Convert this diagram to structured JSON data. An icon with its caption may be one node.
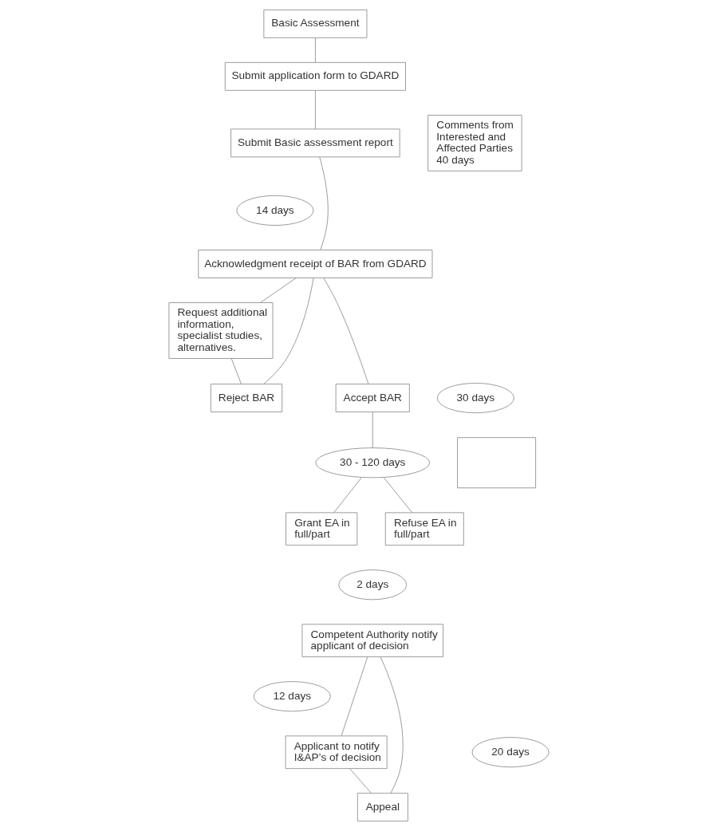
{
  "diagram": {
    "nodes": [
      {
        "text": [
          "Basic Assessment"
        ]
      },
      {
        "text": [
          "Submit application form to GDARD"
        ]
      },
      {
        "text": [
          "Submit Basic assessment report"
        ]
      },
      {
        "text": [
          "Comments from Interested and Affected Parties 40 days"
        ]
      },
      {
        "text": [
          "14 days"
        ]
      },
      {
        "text": [
          "Acknowledgment receipt of BAR from GDARD"
        ]
      },
      {
        "text": [
          "30 days"
        ]
      },
      {
        "text": [
          "Request additional information, specialist studies, alternatives."
        ]
      },
      {
        "text": [
          "Accept BAR"
        ]
      },
      {
        "text": [
          "Reject BAR"
        ]
      },
      {
        "text": [],
        "shape": "box"
      },
      {
        "text": [
          "30 - 120 days"
        ]
      },
      {
        "text": [
          "Grant EA in full/part"
        ]
      },
      {
        "text": [
          "Refuse EA in full/part"
        ]
      },
      {
        "text": [
          "2 days"
        ]
      },
      {
        "text": [
          "Competent Authority notify applicant of decision"
        ]
      },
      {
        "text": [
          "12 days"
        ]
      },
      {
        "text": [
          "Applicant to notify I&AP’s of decision"
        ]
      },
      {
        "text": [
          "20 days"
        ]
      },
      {
        "text": [
          "Appeal"
        ]
      }
    ],
    "edges": [
      {
        "from": 0,
        "to": 1,
        "arrow": "none"
      },
      {
        "from": 1,
        "to": 2,
        "arrow": "none"
      },
      {
        "from": 2,
        "to": 5,
        "arrow": "none"
      },
      {
        "from": 5,
        "to": 8,
        "arrow": "none"
      },
      {
        "from": 5,
        "to": 9,
        "arrow": "none"
      },
      {
        "from": 5,
        "to": 7,
        "arrow": "none"
      },
      {
        "from": 7,
        "to": 9,
        "arrow": "none"
      },
      {
        "from": 8,
        "to": 11,
        "arrow": "none"
      },
      {
        "from": 11,
        "to": 12,
        "arrow": "none"
      },
      {
        "from": 11,
        "to": 13,
        "arrow": "none"
      },
      {
        "from": 15,
        "to": 17,
        "arrow": "none"
      },
      {
        "from": 15,
        "to": 19,
        "arrow": "none"
      },
      {
        "from": 17,
        "to": 19,
        "arrow": "none"
      }
    ]
  }
}
